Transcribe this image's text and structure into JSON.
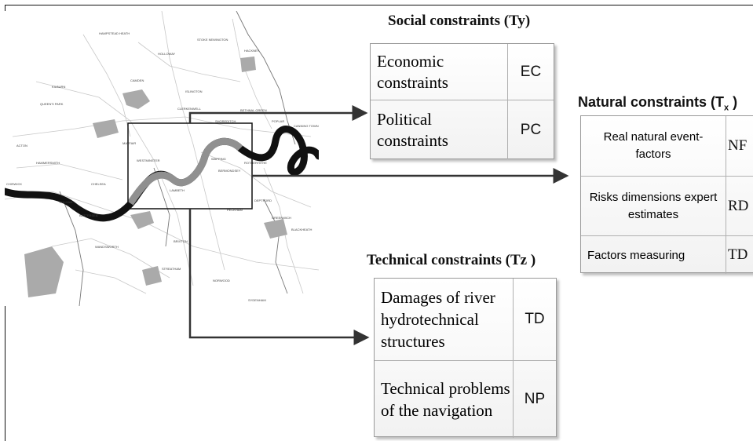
{
  "social": {
    "title": "Social constraints  (Ty)",
    "rows": [
      {
        "label": "Economic constraints",
        "code": "EC"
      },
      {
        "label": "Political constraints",
        "code": "PC"
      }
    ]
  },
  "natural": {
    "title_main": "Natural constraints (T",
    "title_sub": "x",
    "title_end": " )",
    "rows": [
      {
        "label": "Real natural event-factors",
        "code": "NF"
      },
      {
        "label": "Risks dimensions expert estimates",
        "code": "RD"
      },
      {
        "label": "Factors measuring",
        "code": "TD"
      }
    ]
  },
  "technical": {
    "title": "Technical constraints (Tz )",
    "rows": [
      {
        "label": "Damages of river hydrotechnical structures",
        "code": "TD"
      },
      {
        "label": "Technical problems of the navigation",
        "code": "NP"
      }
    ]
  },
  "map": {
    "labels": [
      "HAMPSTEAD HEATH",
      "HOLLOWAY",
      "STOKE NEWINGTON",
      "HACKNEY",
      "KILBURN",
      "ISLINGTON",
      "QUEEN'S PARK",
      "CAMDEN",
      "CLERKENWELL",
      "BETHNAL GREEN",
      "SHOREDITCH",
      "MAYFAIR",
      "WAPPING",
      "POPLAR",
      "CANNING TOWN",
      "ACTON",
      "HAMMERSMITH",
      "FULHAM",
      "CHELSEA",
      "WESTMINSTER",
      "LAMBETH",
      "BERMONDSEY",
      "ROTHERHITHE",
      "DEPTFORD",
      "GREENWICH",
      "CHISWICK",
      "BATTERSEA",
      "WANDSWORTH",
      "PECKHAM",
      "BRIXTON",
      "STREATHAM",
      "BLACKHEATH",
      "NORWOOD",
      "SYDENHAM"
    ]
  }
}
